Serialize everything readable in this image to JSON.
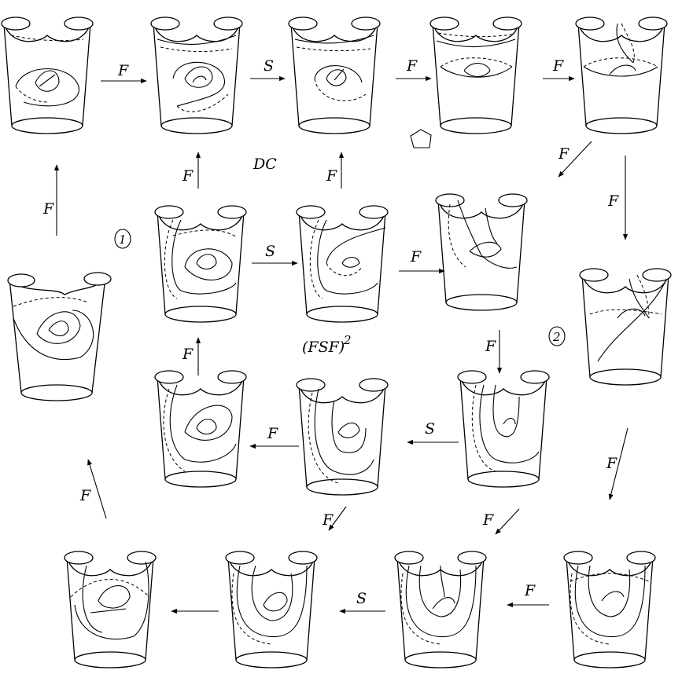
{
  "labels": {
    "F": "F",
    "S": "S",
    "DC": "DC",
    "FSF": "(FSF)",
    "FSF_exp": "2",
    "circle1": "1",
    "circle2": "2"
  }
}
